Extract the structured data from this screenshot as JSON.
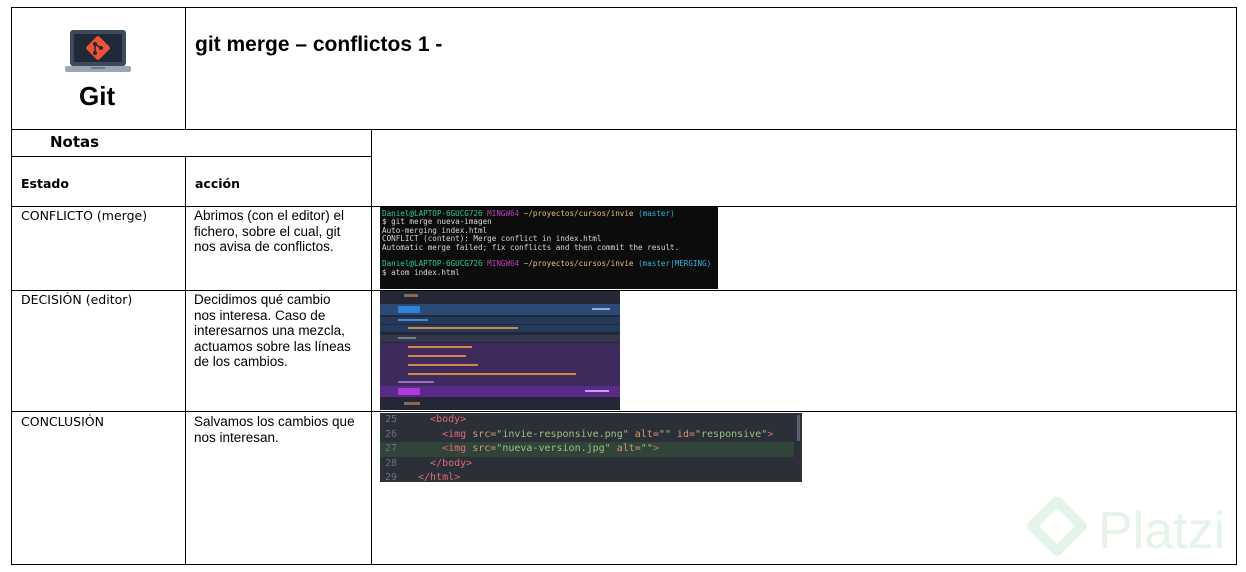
{
  "header": {
    "logo_label": "Git",
    "title": "git merge – conflictos 1 -"
  },
  "notes": {
    "section_label": "Notas",
    "col_state": "Estado",
    "col_action": "acción"
  },
  "rows": [
    {
      "state": "CONFLICTO (merge)",
      "action_lines": [
        "Abrimos (con el editor) el",
        "fichero, sobre el cual, git",
        "nos avisa de conflictos."
      ]
    },
    {
      "state": "DECISIÓN (editor)",
      "action_lines": [
        "Decidimos qué cambio",
        "nos interesa. Caso de",
        "interesarnos una mezcla,",
        "actuamos sobre las líneas",
        "de los cambios."
      ]
    },
    {
      "state": "CONCLUSIÓN",
      "action_lines": [
        "Salvamos los cambios que",
        "nos interesan."
      ]
    }
  ],
  "terminal": {
    "prompt_user": "Daniel@LAPTOP-6GUCG726",
    "prompt_shell": "MINGW64",
    "prompt_path": "~/proyectos/cursos/invie",
    "branch_1": "(master)",
    "cmd_1": "$ git merge nueva-imagen",
    "out_1": "Auto-merging index.html",
    "out_2": "CONFLICT (content): Merge conflict in index.html",
    "out_3": "Automatic merge failed; fix conflicts and then commit the result.",
    "branch_2": "(master|MERGING)",
    "cmd_2": "$ atom index.html"
  },
  "code": {
    "lines": [
      {
        "num": "25",
        "indent": "  ",
        "text": "<body>"
      },
      {
        "num": "26",
        "indent": "    ",
        "tag": "<img",
        "a1": " src=",
        "v1": "\"invie-responsive.png\"",
        "a2": " alt=",
        "v2": "\"\"",
        "a3": " id=",
        "v3": "\"responsive\"",
        "end": ">"
      },
      {
        "num": "27",
        "indent": "    ",
        "tag": "<img",
        "a1": " src=",
        "v1": "\"nueva-version.jpg\"",
        "a2": " alt=",
        "v2": "\"\"",
        "end": ">"
      },
      {
        "num": "28",
        "indent": "  ",
        "text": "</body>"
      },
      {
        "num": "29",
        "indent": "",
        "text": "</html>"
      }
    ]
  },
  "watermark": {
    "brand": "Platzi"
  },
  "colors": {
    "terminal_bg": "#0c0c0c",
    "prompt_green": "#23d18b",
    "prompt_magenta": "#bc3fbc",
    "path_yellow": "#e5c07b",
    "branch_cyan": "#29b8db",
    "diff_bg": "#232736",
    "diff_ours_blue": "#2f82d6",
    "diff_theirs_purple": "#8a2fb8",
    "watermark_green": "#33a64a"
  }
}
